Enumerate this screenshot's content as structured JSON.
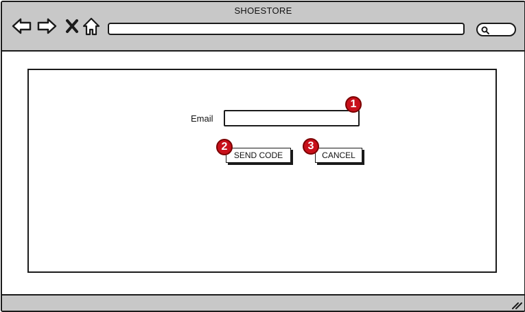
{
  "window": {
    "title": "SHOESTORE"
  },
  "toolbar": {
    "icons": {
      "back": "arrow-left-icon",
      "forward": "arrow-right-icon",
      "stop": "close-icon",
      "home": "home-icon",
      "search": "search-icon"
    },
    "address": {
      "value": "",
      "placeholder": ""
    }
  },
  "form": {
    "email_label": "Email",
    "email": {
      "value": "",
      "placeholder": ""
    },
    "send_label": "SEND CODE",
    "cancel_label": "CANCEL"
  },
  "markers": [
    "1",
    "2",
    "3"
  ],
  "colors": {
    "toolbar_bg": "#c8c8c8",
    "marker_red": "#c8101a",
    "outline": "#1a1a1a"
  }
}
